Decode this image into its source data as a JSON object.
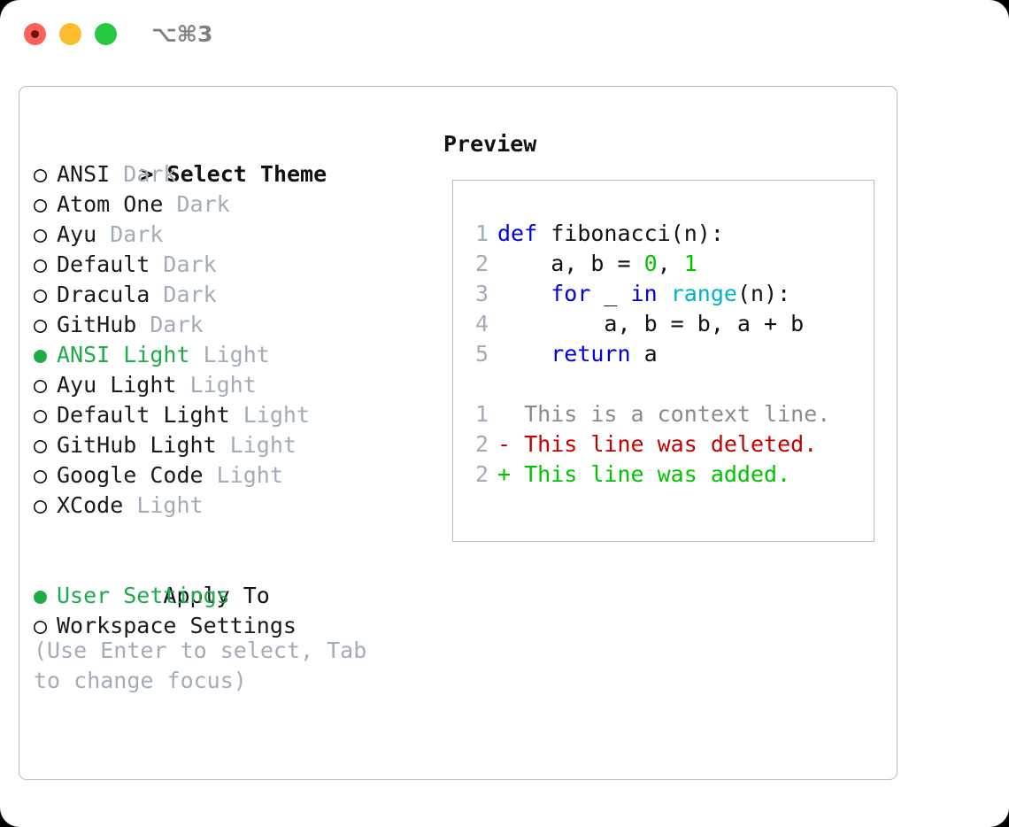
{
  "window": {
    "shortcut_label": "⌥⌘3",
    "traffic_lights": {
      "close": {
        "icon": "close-dot",
        "color": "#fa6159"
      },
      "minimize": {
        "icon": "minimize-dot",
        "color": "#fbbd2e"
      },
      "maximize": {
        "icon": "maximize-dot",
        "color": "#28c840"
      },
      "close_inner_color": "#6b1410"
    }
  },
  "theme_picker": {
    "heading_prefix": "> ",
    "heading": "Select Theme",
    "marker_selected": "●",
    "marker_unselected": "○",
    "accent_color": "#1faa4b",
    "variant_color": "#a2acb8",
    "items": [
      {
        "name": "ANSI",
        "variant": "Dark",
        "selected": false
      },
      {
        "name": "Atom One",
        "variant": "Dark",
        "selected": false
      },
      {
        "name": "Ayu",
        "variant": "Dark",
        "selected": false
      },
      {
        "name": "Default",
        "variant": "Dark",
        "selected": false
      },
      {
        "name": "Dracula",
        "variant": "Dark",
        "selected": false
      },
      {
        "name": "GitHub",
        "variant": "Dark",
        "selected": false
      },
      {
        "name": "ANSI Light",
        "variant": "Light",
        "selected": true
      },
      {
        "name": "Ayu Light",
        "variant": "Light",
        "selected": false
      },
      {
        "name": "Default Light",
        "variant": "Light",
        "selected": false
      },
      {
        "name": "GitHub Light",
        "variant": "Light",
        "selected": false
      },
      {
        "name": "Google Code",
        "variant": "Light",
        "selected": false
      },
      {
        "name": "XCode",
        "variant": "Light",
        "selected": false
      }
    ]
  },
  "apply_to": {
    "heading": "Apply To",
    "items": [
      {
        "name": "User Settings",
        "selected": true
      },
      {
        "name": "Workspace Settings",
        "selected": false
      }
    ]
  },
  "hint": {
    "text": "(Use Enter to select, Tab to change focus)"
  },
  "preview": {
    "title": "Preview",
    "code_lines": [
      {
        "number": "1",
        "tokens": [
          {
            "text": "def ",
            "kind": "kw"
          },
          {
            "text": "fibonacci(n):",
            "kind": "plain"
          }
        ]
      },
      {
        "number": "2",
        "tokens": [
          {
            "text": "    a, b = ",
            "kind": "plain"
          },
          {
            "text": "0",
            "kind": "num"
          },
          {
            "text": ", ",
            "kind": "plain"
          },
          {
            "text": "1",
            "kind": "num"
          }
        ]
      },
      {
        "number": "3",
        "tokens": [
          {
            "text": "    ",
            "kind": "plain"
          },
          {
            "text": "for",
            "kind": "kw"
          },
          {
            "text": " _ ",
            "kind": "plain"
          },
          {
            "text": "in",
            "kind": "kw"
          },
          {
            "text": " ",
            "kind": "plain"
          },
          {
            "text": "range",
            "kind": "builtin"
          },
          {
            "text": "(n):",
            "kind": "plain"
          }
        ]
      },
      {
        "number": "4",
        "tokens": [
          {
            "text": "        a, b = b, a + b",
            "kind": "plain"
          }
        ]
      },
      {
        "number": "5",
        "tokens": [
          {
            "text": "    ",
            "kind": "plain"
          },
          {
            "text": "return",
            "kind": "kw"
          },
          {
            "text": " a",
            "kind": "plain"
          }
        ]
      }
    ],
    "diff_lines": [
      {
        "number": "1",
        "sign": " ",
        "text": "This is a context line.",
        "kind": "ctx"
      },
      {
        "number": "2",
        "sign": "-",
        "text": "This line was deleted.",
        "kind": "del"
      },
      {
        "number": "2",
        "sign": "+",
        "text": "This line was added.",
        "kind": "add"
      }
    ],
    "syntax_colors": {
      "keyword": "#0000dd",
      "builtin": "#00b3c2",
      "number": "#00c400",
      "plain": "#111111",
      "lineno": "#a2acb8",
      "diff_context": "#8a8a8a",
      "diff_deleted": "#c10000",
      "diff_added": "#00c400"
    }
  }
}
